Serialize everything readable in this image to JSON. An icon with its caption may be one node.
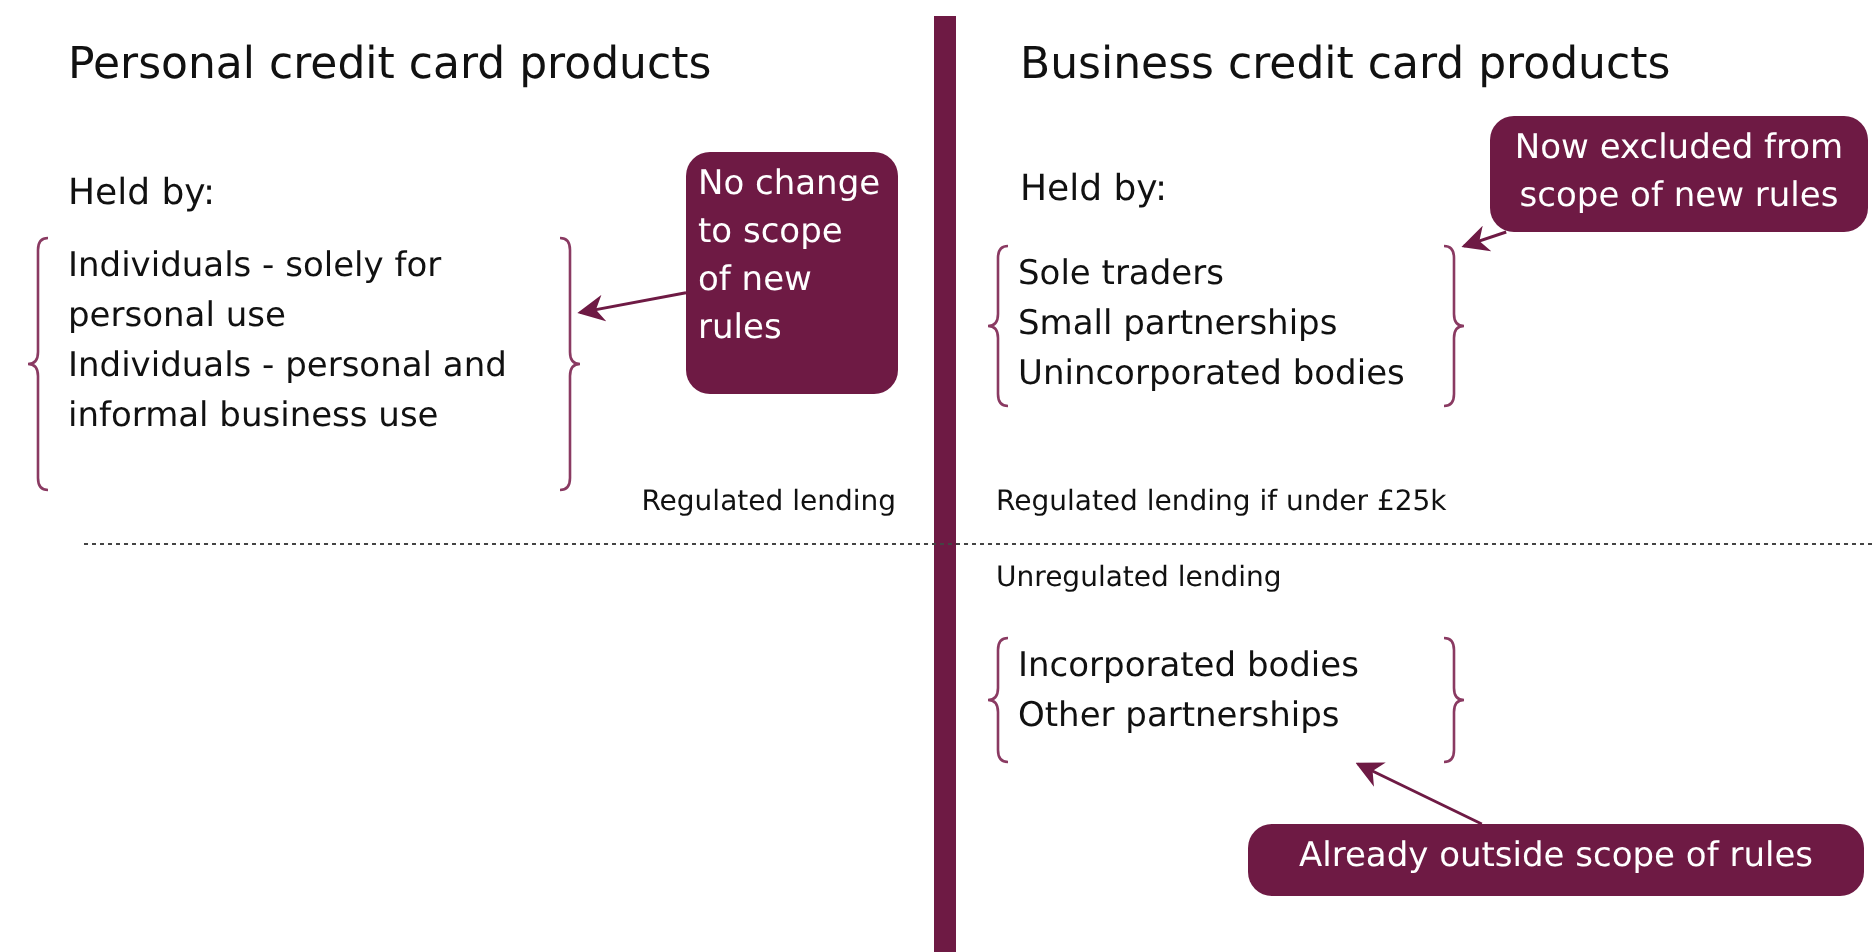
{
  "diagram": {
    "nodes": [
      {
        "text": [
          "Individuals - solely for personal use",
          "Individuals - personal and informal business use"
        ]
      },
      {
        "text": [
          "No change to scope of new rules"
        ]
      },
      {
        "text": [
          "Sole traders",
          "Small partnerships",
          "Unincorporated bodies"
        ]
      },
      {
        "text": [
          "Now excluded from scope of new rules"
        ]
      },
      {
        "text": [
          "Incorporated bodies",
          "Other partnerships"
        ]
      },
      {
        "text": [
          "Already outside scope of rules"
        ]
      }
    ],
    "edges": [
      {
        "from": 1,
        "to": 0,
        "arrow": "to"
      },
      {
        "from": 3,
        "to": 2,
        "arrow": "to"
      },
      {
        "from": 5,
        "to": 4,
        "arrow": "to"
      }
    ],
    "labels": [
      "Personal credit card products",
      "Business credit card products",
      "Held by:",
      "Held by:",
      "Regulated lending",
      "Regulated lending if under £25k",
      "Unregulated lending"
    ]
  }
}
